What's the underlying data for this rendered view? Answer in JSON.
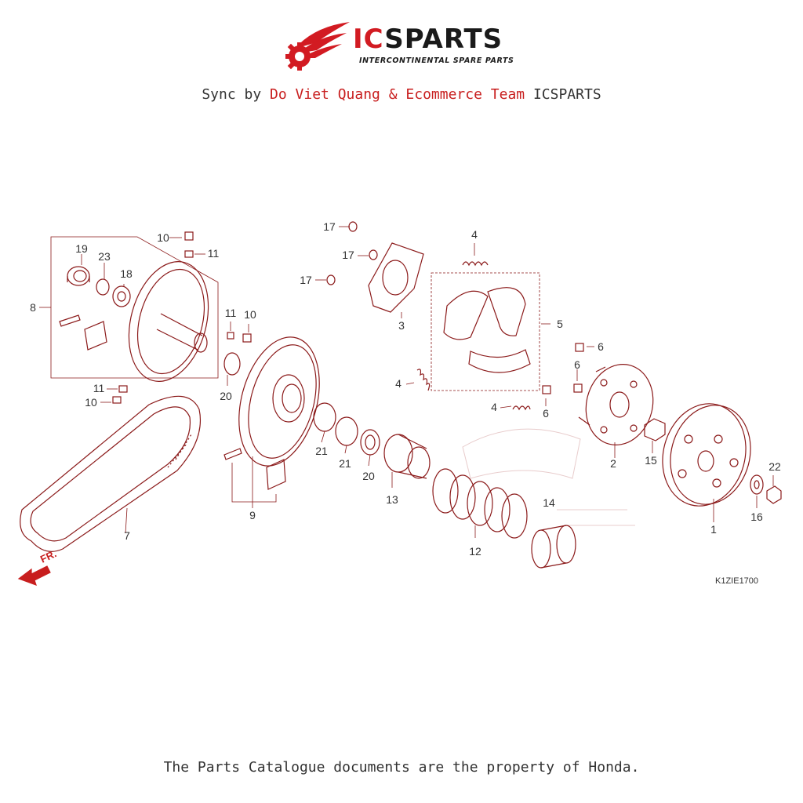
{
  "header": {
    "brand_ic": "IC",
    "brand_rest": "SPARTS",
    "tagline": "INTERCONTINENTAL SPARE PARTS",
    "sync_prefix": "Sync by ",
    "sync_author": "Do Viet Quang & Ecommerce Team",
    "sync_suffix": " ICSPARTS"
  },
  "diagram": {
    "code": "K1ZIE1700",
    "direction_label": "FR.",
    "callouts": {
      "p1": "1",
      "p2": "2",
      "p3": "3",
      "p4a": "4",
      "p4b": "4",
      "p4c": "4",
      "p5": "5",
      "p6a": "6",
      "p6b": "6",
      "p6c": "6",
      "p7": "7",
      "p8": "8",
      "p9": "9",
      "p10a": "10",
      "p10b": "10",
      "p10c": "10",
      "p11a": "11",
      "p11b": "11",
      "p11c": "11",
      "p12": "12",
      "p13": "13",
      "p14": "14",
      "p15": "15",
      "p16": "16",
      "p17a": "17",
      "p17b": "17",
      "p17c": "17",
      "p18": "18",
      "p19": "19",
      "p20a": "20",
      "p20b": "20",
      "p21a": "21",
      "p21b": "21",
      "p22": "22",
      "p23": "23"
    }
  },
  "footer": {
    "notice": "The Parts Catalogue documents are the property of Honda."
  },
  "colors": {
    "accent": "#c81e1e",
    "line": "#8b1a1a",
    "text": "#333333"
  }
}
